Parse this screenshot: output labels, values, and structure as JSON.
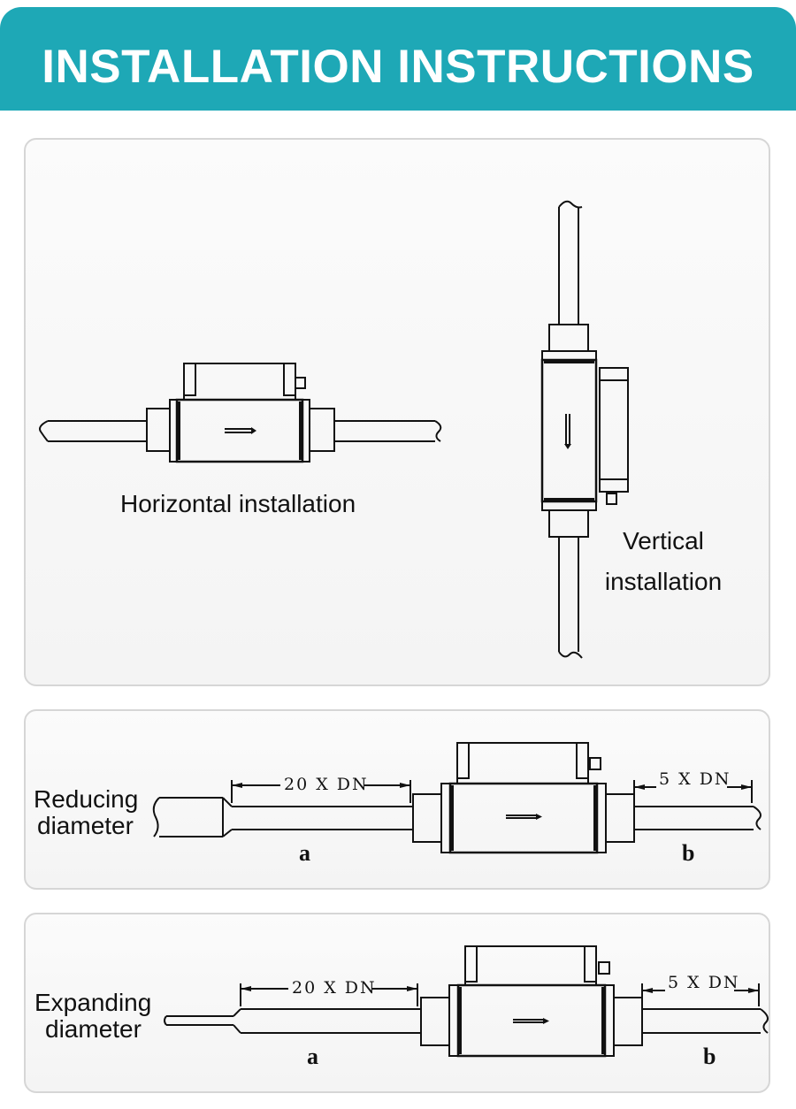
{
  "header": {
    "title": "INSTALLATION INSTRUCTIONS",
    "color": "#1ea8b6"
  },
  "panels": {
    "orientation": {
      "horizontal_label": "Horizontal installation",
      "vertical_label_line1": "Vertical",
      "vertical_label_line2": "installation"
    },
    "reducing": {
      "label_line1": "Reducing",
      "label_line2": "diameter",
      "upstream_length": "20 X DN",
      "downstream_length": "5 X DN",
      "upstream_marker": "a",
      "downstream_marker": "b"
    },
    "expanding": {
      "label_line1": "Expanding",
      "label_line2": "diameter",
      "upstream_length": "20 X DN",
      "downstream_length": "5 X DN",
      "upstream_marker": "a",
      "downstream_marker": "b"
    }
  }
}
